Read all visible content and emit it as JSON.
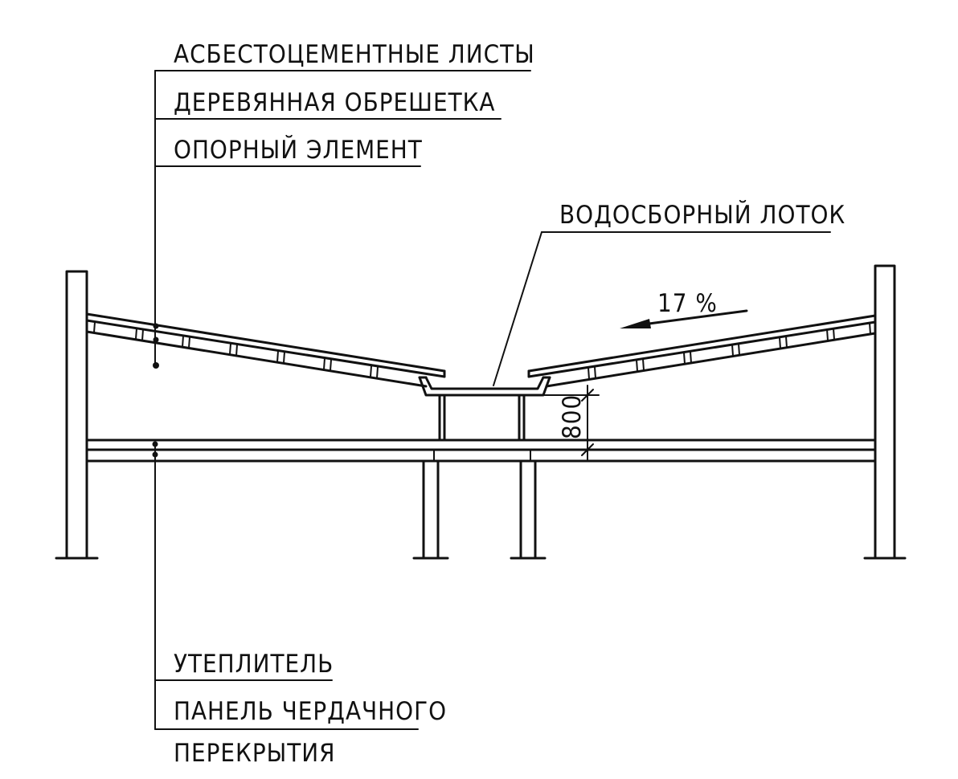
{
  "labels": {
    "roof_layers": [
      "АСБЕСТОЦЕМЕНТНЫЕ ЛИСТЫ",
      "ДЕРЕВЯННАЯ ОБРЕШЕТКА",
      "ОПОРНЫЙ ЭЛЕМЕНТ"
    ],
    "gutter": "ВОДОСБОРНЫЙ ЛОТОК",
    "slope": "17 %",
    "height_dimension": "800",
    "floor_layers": [
      "УТЕПЛИТЕЛЬ",
      "ПАНЕЛЬ ЧЕРДАЧНОГО",
      "ПЕРЕКРЫТИЯ"
    ]
  },
  "colors": {
    "ink": "#111111",
    "paper": "#ffffff"
  }
}
